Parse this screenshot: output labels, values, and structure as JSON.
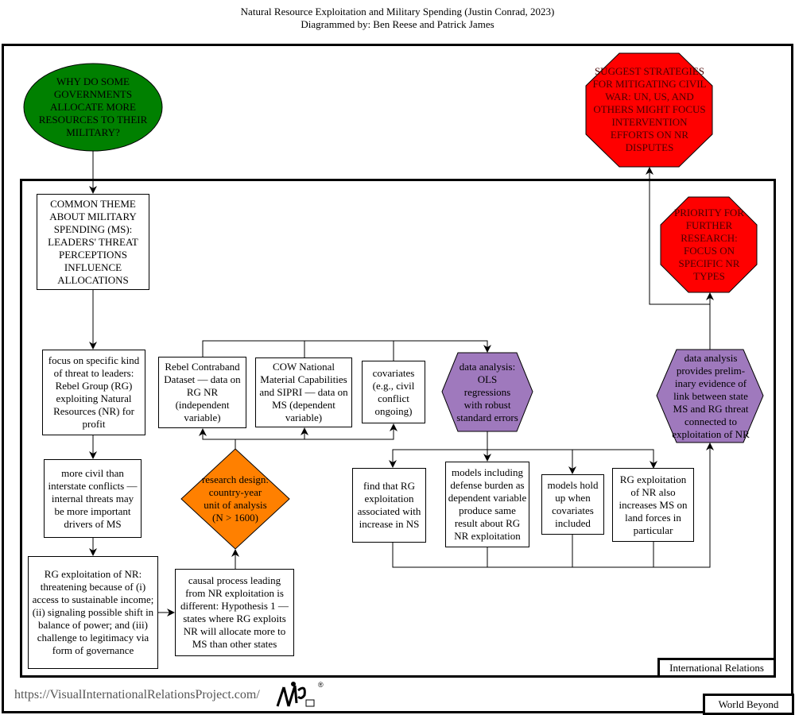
{
  "header": {
    "title": "Natural Resource Exploitation and Military Spending (Justin Conrad, 2023)",
    "subtitle": "Diagrammed by: Ben Reese and Patrick James"
  },
  "colors": {
    "question": "#008000",
    "design": "#ff8000",
    "analysis": "#9f79bd",
    "implication": "#ff0000"
  },
  "nodes": {
    "question": "WHY DO SOME GOVERNMENTS ALLOCATE MORE RESOURCES TO THEIR MILITARY?",
    "common_theme": "COMMON THEME ABOUT MILITARY SPENDING (MS): LEADERS' THREAT PERCEPTIONS INFLUENCE ALLOCATIONS",
    "focus": "focus on specific kind of threat to leaders: Rebel Group (RG) exploiting Natural Resources (NR) for profit",
    "more_civil": "more civil than interstate conflicts — internal threats may be more important drivers of MS",
    "rg_exploitation": "RG exploitation of NR: threatening because of (i) access to  sustainable income; (ii) signaling possible shift in balance of power; and (iii) challenge to legitimacy via form of governance",
    "causal_process": "causal process leading from NR exploitation is different: Hypothesis 1 — states where RG exploits NR will allocate more to MS than other states",
    "research_design": "research design: country-year unit of analysis (N > 1600)",
    "rebel_contraband": "Rebel Contraband Dataset — data on RG NR (independent variable)",
    "cow": "COW National Material Capabilities and SIPRI — data on MS (dependent variable)",
    "covariates": "covariates (e.g., civil conflict ongoing)",
    "data_analysis": "data analysis: OLS regressions with robust standard errors",
    "find_that": "find that RG exploitation associated with increase in NS",
    "models_defense": "models including defense burden as dependent variable produce same result about RG NR exploitation",
    "models_hold": "models hold up when covariates included",
    "land_forces": "RG exploitation of NR also increases MS on land forces in particular",
    "preliminary": "data analysis provides prelim-inary evidence of link between state MS and RG threat connected to exploitation of NR",
    "priority": "PRIORITY FOR FURTHER RESEARCH: FOCUS ON SPECIFIC NR TYPES",
    "suggest": "SUGGEST STRATEGIES FOR MITIGATING CIVIL WAR: UN, US, AND OTHERS MIGHT FOCUS INTERVENTION EFFORTS ON NR DISPUTES"
  },
  "frames": {
    "inner": "International Relations",
    "outer": "World Beyond"
  },
  "footer": {
    "url": "https://VisualInternationalRelationsProject.com/",
    "logo_text": "VIRP"
  }
}
